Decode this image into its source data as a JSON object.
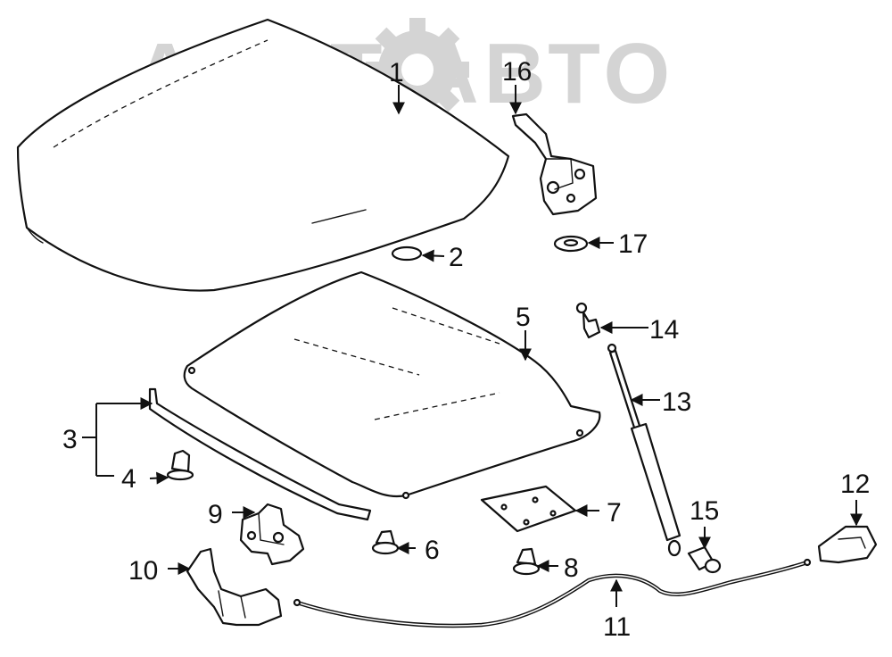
{
  "watermark": {
    "text": "АЛЕТ АВТО",
    "color": "#d4d4d4"
  },
  "callouts": [
    {
      "id": "1",
      "label": "1"
    },
    {
      "id": "2",
      "label": "2"
    },
    {
      "id": "3",
      "label": "3"
    },
    {
      "id": "4",
      "label": "4"
    },
    {
      "id": "5",
      "label": "5"
    },
    {
      "id": "6",
      "label": "6"
    },
    {
      "id": "7",
      "label": "7"
    },
    {
      "id": "8",
      "label": "8"
    },
    {
      "id": "9",
      "label": "9"
    },
    {
      "id": "10",
      "label": "10"
    },
    {
      "id": "11",
      "label": "11"
    },
    {
      "id": "12",
      "label": "12"
    },
    {
      "id": "13",
      "label": "13"
    },
    {
      "id": "14",
      "label": "14"
    },
    {
      "id": "15",
      "label": "15"
    },
    {
      "id": "16",
      "label": "16"
    },
    {
      "id": "17",
      "label": "17"
    }
  ],
  "colors": {
    "line": "#111111",
    "background": "#ffffff"
  }
}
